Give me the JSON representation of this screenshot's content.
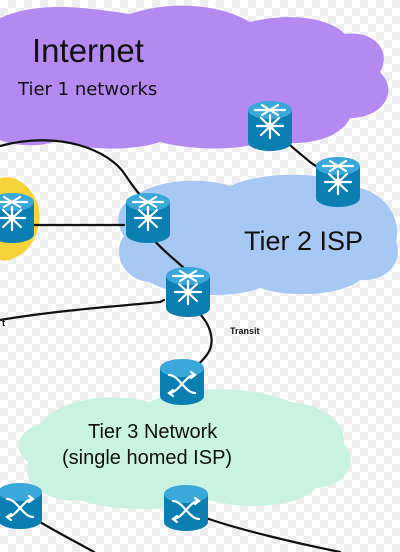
{
  "clouds": {
    "internet": {
      "title": "Internet",
      "subtitle": "Tier 1 networks",
      "color": "#b58af0"
    },
    "tier2": {
      "title": "Tier 2 ISP",
      "color": "#a7c8f2"
    },
    "tier3": {
      "line1": "Tier 3 Network",
      "line2": "(single homed ISP)",
      "color": "#c9f2e0"
    },
    "partial_left": {
      "color": "#f7d33b"
    }
  },
  "links": {
    "transit_right": "Transit",
    "transit_left": "t"
  },
  "icons": {
    "core_router": "router-hub-icon",
    "edge_router": "router-cross-icon"
  },
  "colors": {
    "router_body": "#0b7fb2",
    "router_top": "#3aa8d8",
    "link": "#111111"
  }
}
